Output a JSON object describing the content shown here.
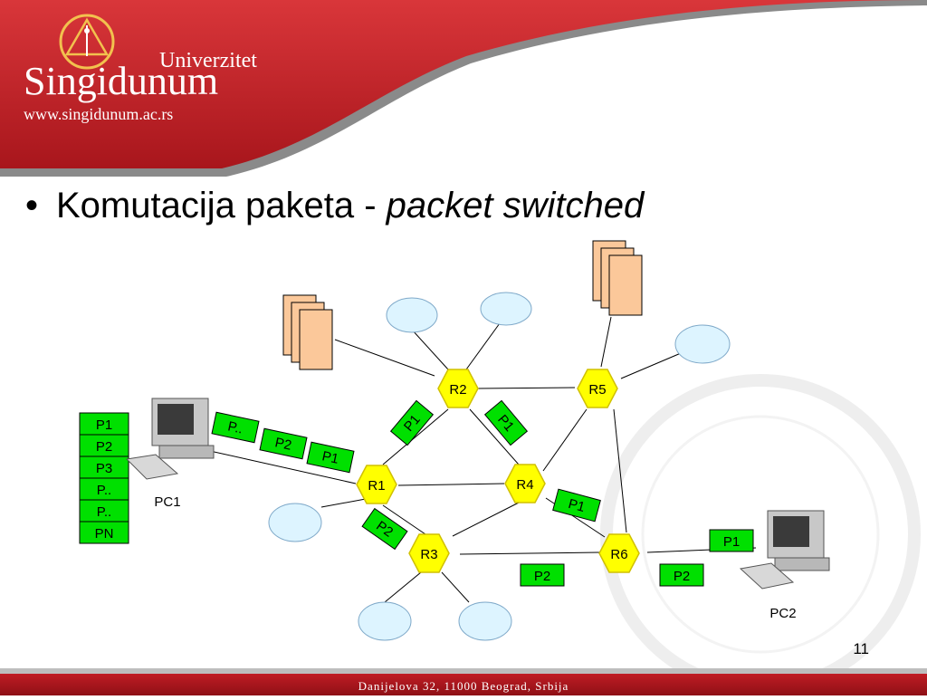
{
  "header": {
    "university_small": "Univerzitet",
    "university_name": "Singidunum",
    "website": "www.singidunum.ac.rs"
  },
  "bullet": {
    "text": "Komutacija paketa - ",
    "italic_text": "packet switched"
  },
  "diagram": {
    "routers": [
      "R1",
      "R2",
      "R3",
      "R4",
      "R5",
      "R6"
    ],
    "computers": [
      "PC1",
      "PC2"
    ],
    "packet_queue": [
      "P1",
      "P2",
      "P3",
      "P..",
      "P..",
      "PN"
    ],
    "packets_pc1_link": [
      "P..",
      "P2",
      "P1"
    ],
    "packet_r1_r2": "P1",
    "packet_r2_r4": "P1",
    "packet_r4_r6": "P1",
    "packet_r1_r3": "P2",
    "packet_r3_r6": "P2",
    "packet_r6_pc2_top": "P1",
    "packet_r6_pc2_bottom": "P2"
  },
  "page_number": "11",
  "footer": "Danijelova 32, 11000 Beograd, Srbija",
  "colors": {
    "header_red": "#c8202a",
    "router_fill": "#ffff00",
    "packet_fill": "#00e000",
    "cloud_fill": "#ddf4ff",
    "document_fill": "#fbc89a"
  }
}
